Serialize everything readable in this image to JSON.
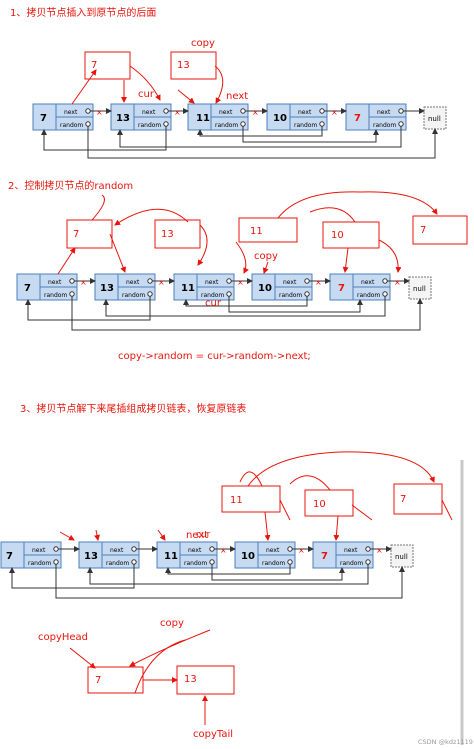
{
  "headings": {
    "step1": "1、拷贝节点插入到原节点的后面",
    "step2": "2、控制拷贝节点的random",
    "step3": "3、拷贝节点解下来尾插组成拷贝链表，恢复原链表"
  },
  "labels": {
    "copy": "copy",
    "cur": "cur",
    "next": "next",
    "copy_head": "copyHead",
    "copy_tail": "copyTail",
    "overlap_next": "next",
    "overlap_cur": "cur"
  },
  "fields": {
    "next": "next",
    "random": "random"
  },
  "null_label": "null",
  "formula": "copy->random = cur->random->next;",
  "step1": {
    "nodes": [
      "7",
      "13",
      "11",
      "10",
      "7"
    ],
    "copies": [
      "7",
      "13"
    ]
  },
  "step2": {
    "nodes": [
      "7",
      "13",
      "11",
      "10",
      "7"
    ],
    "copies": [
      "7",
      "13",
      "11",
      "10",
      "7"
    ]
  },
  "step3": {
    "nodes": [
      "7",
      "13",
      "11",
      "10",
      "7"
    ],
    "copies": [
      "11",
      "10",
      "7"
    ],
    "copy_list": [
      "7",
      "13"
    ]
  },
  "watermark": "CSDN @kdz1119",
  "colors": {
    "annotation": "#e8140c",
    "node_fill": "#c6daf2",
    "node_border": "#4d7fb8",
    "link": "#333333"
  }
}
